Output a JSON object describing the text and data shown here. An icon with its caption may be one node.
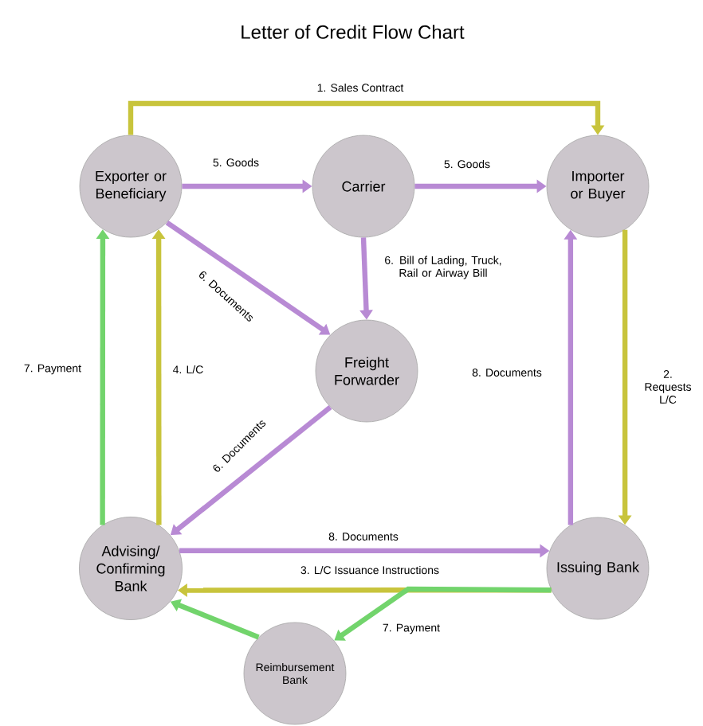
{
  "diagram": {
    "title": "Letter of Credit Flow Chart",
    "nodes": [
      {
        "text": [
          "Exporter or Beneficiary"
        ]
      },
      {
        "text": [
          "Carrier"
        ]
      },
      {
        "text": [
          "Importer or Buyer"
        ]
      },
      {
        "text": [
          "Freight Forwarder"
        ]
      },
      {
        "text": [
          "Advising/ Confirming Bank"
        ]
      },
      {
        "text": [
          "Issuing Bank"
        ]
      },
      {
        "text": [
          "Reimbursement Bank"
        ]
      }
    ],
    "edges": [
      {
        "from": 0,
        "to": 2,
        "arrow": "to",
        "label": "1. Sales Contract",
        "color": "#c8c43c"
      },
      {
        "from": 2,
        "to": 5,
        "arrow": "to",
        "label": "2. Requests L/C",
        "color": "#c8c43c"
      },
      {
        "from": 5,
        "to": 4,
        "arrow": "to",
        "label": "3. L/C Issuance Instructions",
        "color": "#c8c43c"
      },
      {
        "from": 4,
        "to": 0,
        "arrow": "to",
        "label": "4. L/C",
        "color": "#c8c43c"
      },
      {
        "from": 0,
        "to": 1,
        "arrow": "to",
        "label": "5. Goods",
        "color": "#b88ad4"
      },
      {
        "from": 1,
        "to": 2,
        "arrow": "to",
        "label": "5. Goods",
        "color": "#b88ad4"
      },
      {
        "from": 0,
        "to": 3,
        "arrow": "to",
        "label": "6. Documents",
        "color": "#b88ad4"
      },
      {
        "from": 1,
        "to": 3,
        "arrow": "to",
        "label": "6. Bill of Lading, Truck, Rail or Airway Bill",
        "color": "#b88ad4"
      },
      {
        "from": 3,
        "to": 4,
        "arrow": "to",
        "label": "6. Documents",
        "color": "#b88ad4"
      },
      {
        "from": 4,
        "to": 0,
        "arrow": "to",
        "label": "7. Payment",
        "color": "#72d46c"
      },
      {
        "from": 5,
        "to": 6,
        "arrow": "to",
        "label": "7. Payment",
        "color": "#72d46c"
      },
      {
        "from": 6,
        "to": 4,
        "arrow": "to",
        "color": "#72d46c"
      },
      {
        "from": 4,
        "to": 5,
        "arrow": "to",
        "label": "8. Documents",
        "color": "#b88ad4"
      },
      {
        "from": 5,
        "to": 2,
        "arrow": "to",
        "label": "8. Documents",
        "color": "#b88ad4"
      }
    ]
  }
}
